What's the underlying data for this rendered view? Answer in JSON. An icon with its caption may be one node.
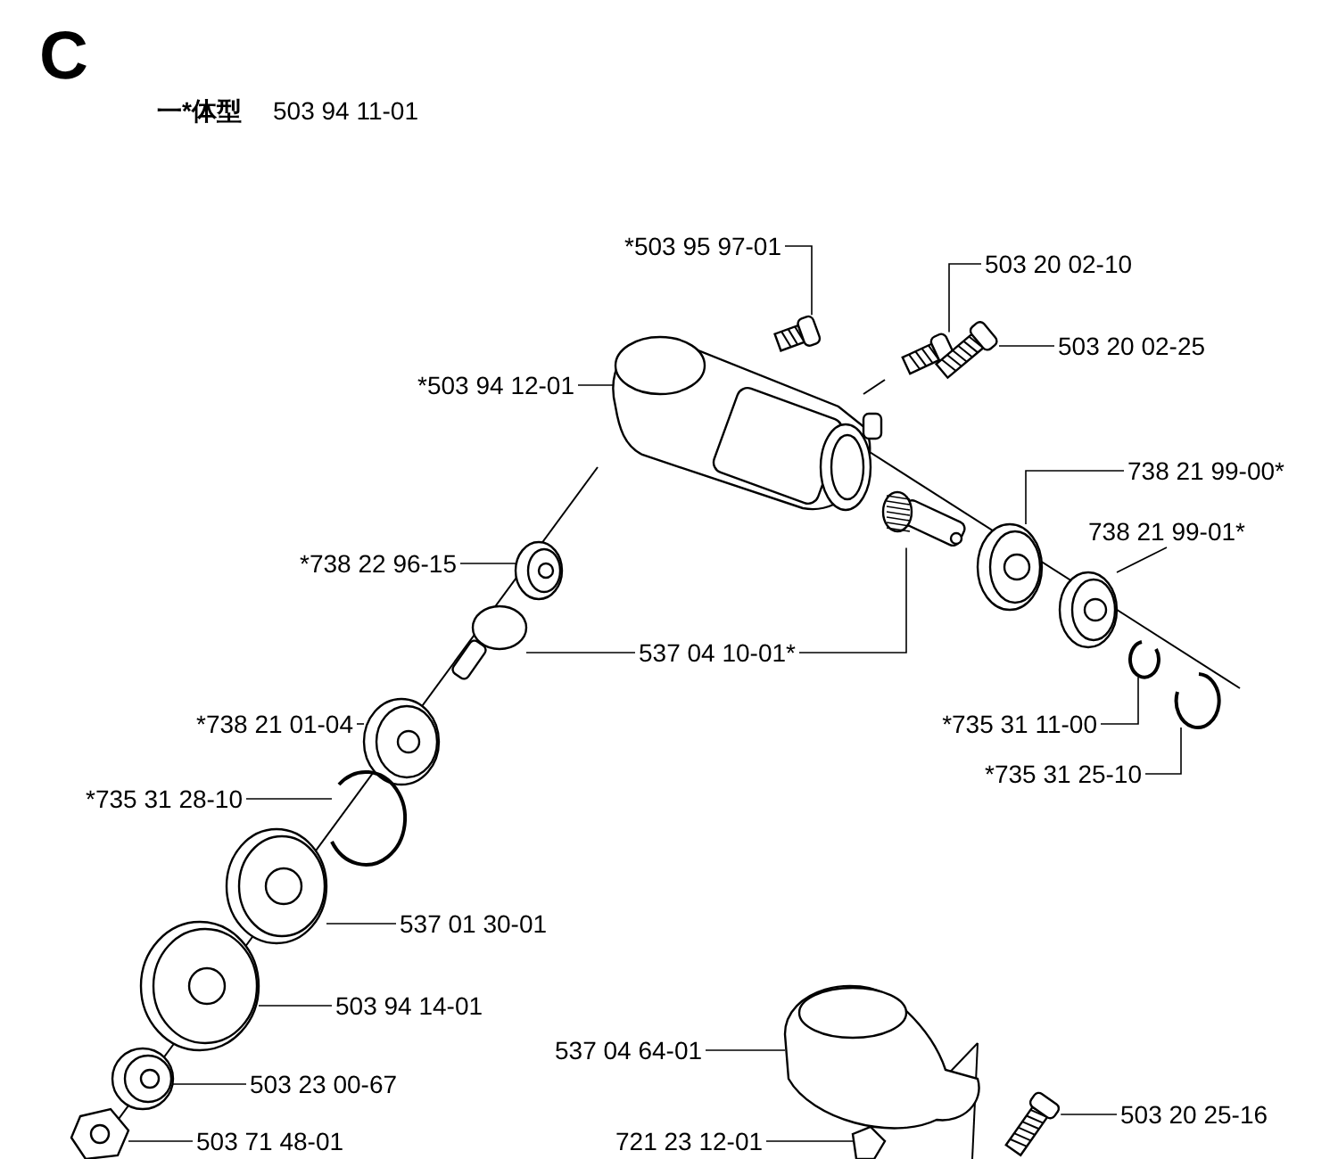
{
  "diagram": {
    "title": "C",
    "nodes": [
      {
        "text": [
          "*503 95 97-01"
        ]
      },
      {
        "text": [
          "503 20 02-10"
        ]
      },
      {
        "text": [
          "503 20 02-25"
        ]
      },
      {
        "text": [
          "*503 94 12-01"
        ]
      },
      {
        "text": [
          "738 21 99-00*"
        ]
      },
      {
        "text": [
          "738 21 99-01*"
        ]
      },
      {
        "text": [
          "*738 22 96-15"
        ]
      },
      {
        "text": [
          "537 04 10-01*"
        ]
      },
      {
        "text": [
          "*738 21 01-04"
        ]
      },
      {
        "text": [
          "*735 31 11-00"
        ]
      },
      {
        "text": [
          "*735 31 28-10"
        ]
      },
      {
        "text": [
          "*735 31 25-10"
        ]
      },
      {
        "text": [
          "537 01 30-01"
        ]
      },
      {
        "text": [
          "503 94 14-01"
        ]
      },
      {
        "text": [
          "537 04 64-01"
        ]
      },
      {
        "text": [
          "503 23 00-67"
        ]
      },
      {
        "text": [
          "503 20 25-16"
        ]
      },
      {
        "text": [
          "503 71 48-01"
        ]
      },
      {
        "text": [
          "721 23 12-01"
        ]
      },
      {
        "text": [],
        "shape": "picture"
      },
      {
        "text": [],
        "shape": "picture"
      },
      {
        "text": [],
        "shape": "picture"
      },
      {
        "text": [],
        "shape": "picture"
      },
      {
        "text": [],
        "shape": "picture"
      },
      {
        "text": [],
        "shape": "picture"
      },
      {
        "text": [],
        "shape": "picture"
      },
      {
        "text": [],
        "shape": "picture"
      },
      {
        "text": [],
        "shape": "picture"
      },
      {
        "text": [],
        "shape": "picture"
      },
      {
        "text": [],
        "shape": "picture"
      },
      {
        "text": [],
        "shape": "picture"
      },
      {
        "text": [],
        "shape": "picture"
      },
      {
        "text": [],
        "shape": "picture"
      },
      {
        "text": [],
        "shape": "picture"
      },
      {
        "text": [],
        "shape": "picture"
      },
      {
        "text": [],
        "shape": "picture"
      },
      {
        "text": [],
        "shape": "picture"
      },
      {
        "text": [],
        "shape": "picture"
      },
      {
        "text": [],
        "shape": "picture"
      }
    ],
    "edges": [
      {
        "from": 0,
        "to": 19,
        "arrow": "none"
      },
      {
        "from": 1,
        "to": 20,
        "arrow": "none"
      },
      {
        "from": 2,
        "to": 21,
        "arrow": "none"
      },
      {
        "from": 3,
        "to": 22,
        "arrow": "none"
      },
      {
        "from": 4,
        "to": 23,
        "arrow": "none"
      },
      {
        "from": 5,
        "to": 24,
        "arrow": "none"
      },
      {
        "from": 6,
        "to": 25,
        "arrow": "none"
      },
      {
        "from": 7,
        "to": 26,
        "arrow": "none"
      },
      {
        "from": 7,
        "to": 27,
        "arrow": "none"
      },
      {
        "from": 8,
        "to": 28,
        "arrow": "none"
      },
      {
        "from": 9,
        "to": 29,
        "arrow": "none"
      },
      {
        "from": 10,
        "to": 30,
        "arrow": "none"
      },
      {
        "from": 11,
        "to": 31,
        "arrow": "none"
      },
      {
        "from": 12,
        "to": 32,
        "arrow": "none"
      },
      {
        "from": 13,
        "to": 33,
        "arrow": "none"
      },
      {
        "from": 14,
        "to": 34,
        "arrow": "none"
      },
      {
        "from": 15,
        "to": 35,
        "arrow": "none"
      },
      {
        "from": 16,
        "to": 36,
        "arrow": "none"
      },
      {
        "from": 17,
        "to": 37,
        "arrow": "none"
      },
      {
        "from": 18,
        "to": 38,
        "arrow": "none"
      }
    ],
    "labels": [
      "一*体型",
      "503 94 11-01"
    ]
  }
}
